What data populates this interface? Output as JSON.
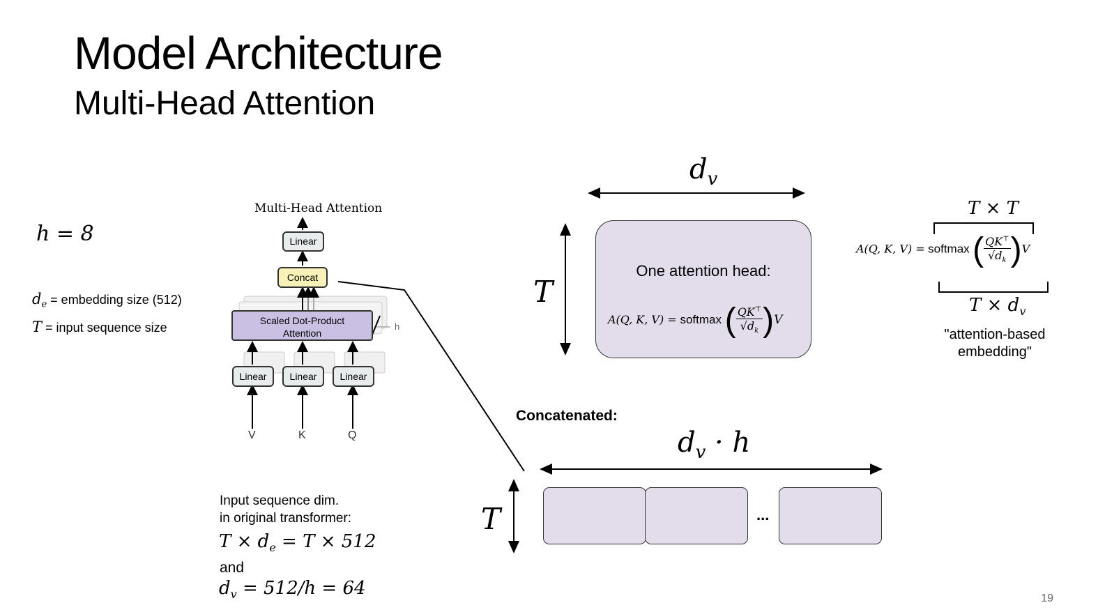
{
  "slide": {
    "title": "Model Architecture",
    "subtitle": "Multi-Head Attention",
    "page_number": "19"
  },
  "left_defs": {
    "h_eq": "h = 8",
    "de_sym": "d",
    "de_sub": "e",
    "de_text": "= embedding size (512)",
    "T_sym": "T",
    "T_text": "= input sequence size"
  },
  "figure": {
    "title": "Multi-Head Attention",
    "linear_top": "Linear",
    "concat": "Concat",
    "attention_line1": "Scaled Dot-Product",
    "attention_line2": "Attention",
    "h_label": "h",
    "linear_v": "Linear",
    "linear_k": "Linear",
    "linear_q": "Linear",
    "input_v": "V",
    "input_k": "K",
    "input_q": "Q"
  },
  "bottom_note": {
    "line1": "Input sequence dim.",
    "line2": "in original transformer:",
    "eq1": "T × d",
    "eq1_sub": "e",
    "eq1_rest": " = T × 512",
    "and": "and",
    "eq2": "d",
    "eq2_sub": "v",
    "eq2_rest": " = 512/h = 64"
  },
  "head_diagram": {
    "dim_top": "d",
    "dim_top_sub": "v",
    "dim_left": "T",
    "box_label": "One attention head:",
    "formula_lhs": "A(Q, K, V) =",
    "softmax": "softmax",
    "num": "QK",
    "num_sup": "⊤",
    "den": "√d",
    "den_sub": "k",
    "tail": "V"
  },
  "concat_diagram": {
    "label": "Concatenated:",
    "dim_top": "d",
    "dim_top_sub": "v",
    "dim_top_rest": " · h",
    "dim_left": "T",
    "ellipsis": "..."
  },
  "right_formula": {
    "top": "T × T",
    "lhs": "A(Q, K, V) =",
    "softmax": "softmax",
    "num": "QK",
    "num_sup": "⊤",
    "den": "√d",
    "den_sub": "k",
    "tail": "V",
    "bottom": "T × d",
    "bottom_sub": "v",
    "caption1": "\"attention-based",
    "caption2": "embedding\""
  }
}
